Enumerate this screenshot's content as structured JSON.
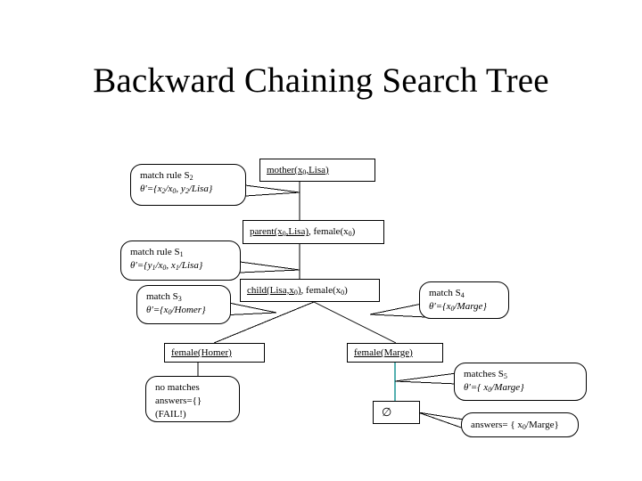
{
  "slide": {
    "title": "Backward Chaining Search Tree",
    "background": "#ffffff",
    "line_color": "#000000",
    "highlight_line_color": "#2a9d9d"
  },
  "goals": {
    "mother": {
      "underlined": "mother(x0,Lisa)",
      "rest": ""
    },
    "parent": {
      "underlined": "parent(x0,Lisa)",
      "rest": ", female(x0)"
    },
    "child": {
      "underlined": "child(Lisa,x0)",
      "rest": ", female(x0)"
    },
    "female_homer": {
      "underlined": "female(Homer)",
      "rest": ""
    },
    "female_marge": {
      "underlined": "female(Marge)",
      "rest": ""
    },
    "empty": {
      "symbol": "∅"
    }
  },
  "callouts": {
    "match_s2": {
      "line1": "match rule S2",
      "line2": "θ'={x2/x0, y2/Lisa}"
    },
    "match_s1": {
      "line1": "match rule S1",
      "line2": "θ'={y1/x0, x1/Lisa}"
    },
    "match_s3": {
      "line1": "match S3",
      "line2": "θ'={x0/Homer}"
    },
    "match_s4": {
      "line1": "match S4",
      "line2": "θ'={x0/Marge}"
    },
    "no_matches": {
      "line1": "no matches",
      "line2": "answers={}",
      "line3": "(FAIL!)"
    },
    "matches_s5": {
      "line1": "matches S5",
      "line2": "θ'={ x0/Marge}"
    },
    "answers": {
      "line1": "answers= { x0/Marge}"
    }
  }
}
